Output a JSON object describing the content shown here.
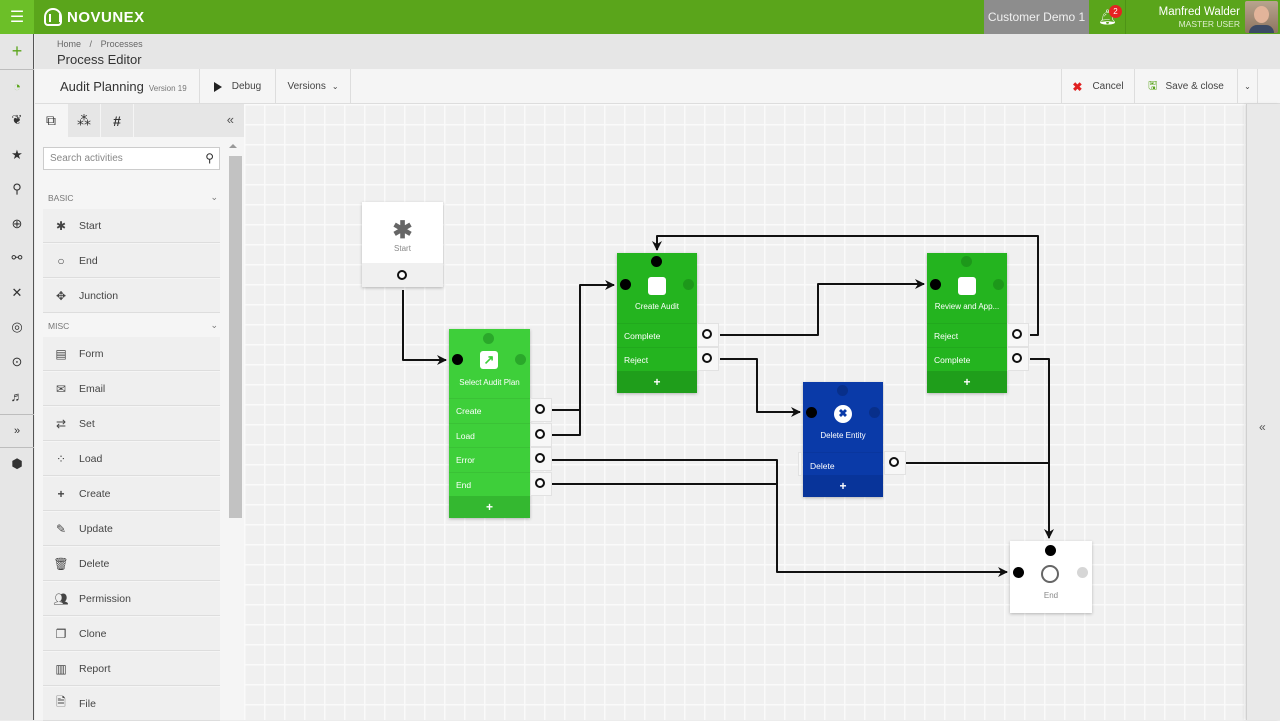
{
  "app": {
    "brand": "NOVUNEX",
    "tenant": "Customer Demo 1",
    "notifications_count": "2",
    "user": {
      "name": "Manfred Walder",
      "role": "MASTER USER"
    },
    "colors": {
      "brand_green": "#5aa51b",
      "node_green_light": "#3ecf3a",
      "node_green": "#24b41f",
      "node_blue": "#0a3aa8",
      "cancel_red": "#e02020"
    }
  },
  "rail": {
    "icons": [
      "plus-icon",
      "dashboard-icon",
      "leaf-icon",
      "star-icon",
      "search-icon",
      "zoom-in-icon",
      "unlink-icon",
      "expand-icon",
      "target-icon",
      "record-icon",
      "music-icon",
      "double-chevron-right-icon",
      "cube-icon"
    ]
  },
  "breadcrumb": {
    "items": [
      "Home",
      "Processes"
    ],
    "separator": "/"
  },
  "page_title": "Process Editor",
  "toolbar": {
    "process_name": "Audit Planning",
    "version": "Version 19",
    "debug_label": "Debug",
    "versions_label": "Versions",
    "cancel_label": "Cancel",
    "save_label": "Save & close"
  },
  "panel": {
    "tabs": [
      "activities-tab",
      "components-tab",
      "variables-tab"
    ],
    "search_placeholder": "Search activities",
    "groups": [
      {
        "label": "BASIC",
        "items": [
          {
            "label": "Start",
            "icon": "asterisk-icon"
          },
          {
            "label": "End",
            "icon": "circle-icon"
          },
          {
            "label": "Junction",
            "icon": "arrows-icon"
          }
        ]
      },
      {
        "label": "MISC",
        "items": [
          {
            "label": "Form",
            "icon": "form-icon"
          },
          {
            "label": "Email",
            "icon": "envelope-icon"
          },
          {
            "label": "Set",
            "icon": "exchange-icon"
          },
          {
            "label": "Load",
            "icon": "spinner-icon"
          },
          {
            "label": "Create",
            "icon": "plus-icon"
          },
          {
            "label": "Update",
            "icon": "pencil-icon"
          },
          {
            "label": "Delete",
            "icon": "trash-icon"
          },
          {
            "label": "Permission",
            "icon": "users-icon"
          },
          {
            "label": "Clone",
            "icon": "copy-icon"
          },
          {
            "label": "Report",
            "icon": "bar-chart-icon"
          },
          {
            "label": "File",
            "icon": "file-icon"
          }
        ]
      }
    ]
  },
  "diagram": {
    "start": {
      "label": "Start"
    },
    "end": {
      "label": "End"
    },
    "nodes": [
      {
        "id": "select",
        "title": "Select Audit Plan",
        "outputs": [
          "Create",
          "Load",
          "Error",
          "End"
        ]
      },
      {
        "id": "create",
        "title": "Create Audit",
        "outputs": [
          "Complete",
          "Reject"
        ]
      },
      {
        "id": "review",
        "title": "Review and App...",
        "outputs": [
          "Reject",
          "Complete"
        ]
      },
      {
        "id": "delete",
        "title": "Delete Entity",
        "outputs": [
          "Delete"
        ]
      }
    ],
    "add_symbol": "+",
    "connections": [
      {
        "from": "start",
        "to": "Select Audit Plan"
      },
      {
        "from": "Select Audit Plan.Create",
        "to": "Create Audit"
      },
      {
        "from": "Select Audit Plan.Load",
        "to": "Create Audit"
      },
      {
        "from": "Select Audit Plan.Error",
        "to": "End"
      },
      {
        "from": "Select Audit Plan.End",
        "to": "End"
      },
      {
        "from": "Create Audit.Complete",
        "to": "Review and App..."
      },
      {
        "from": "Create Audit.Reject",
        "to": "Delete Entity"
      },
      {
        "from": "Review and App....Reject",
        "to": "Create Audit"
      },
      {
        "from": "Review and App....Complete",
        "to": "End"
      },
      {
        "from": "Delete Entity.Delete",
        "to": "End"
      }
    ]
  }
}
